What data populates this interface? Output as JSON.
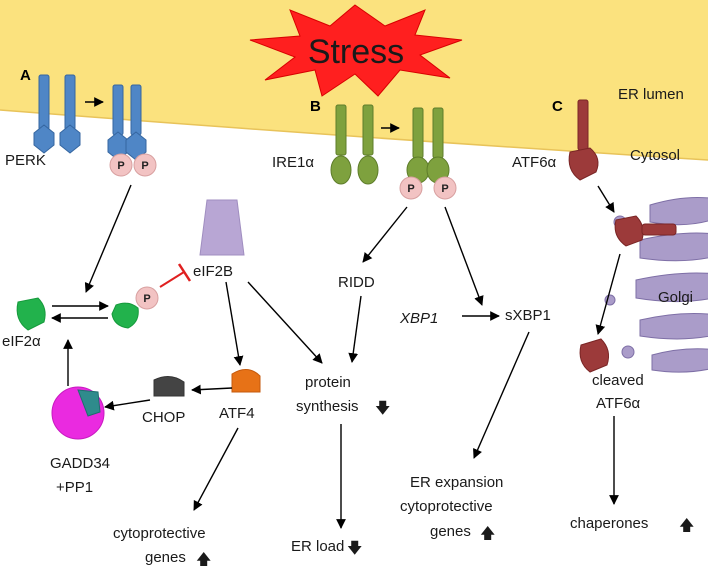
{
  "banner": "Stress",
  "panels": {
    "a": "A",
    "b": "B",
    "c": "C"
  },
  "compartments": {
    "lumen": "ER lumen",
    "cytosol": "Cytosol",
    "golgi": "Golgi"
  },
  "phospho": "P",
  "up_arrow": "🡅",
  "down_arrow": "🡇",
  "perk_branch": {
    "sensor": "PERK",
    "substrate": "eIF2α",
    "gef": "eIF2B",
    "tf": "ATF4",
    "chop": "CHOP",
    "phosphatase": [
      "GADD34",
      "+PP1"
    ],
    "output": [
      "cytoprotective",
      "genes"
    ]
  },
  "ire1_branch": {
    "sensor": "IRE1α",
    "ridd": "RIDD",
    "xbp1": "XBP1",
    "sxbp1": "sXBP1",
    "output": [
      "ER expansion",
      "cytoprotective",
      "genes"
    ]
  },
  "atf6_branch": {
    "sensor": "ATF6α",
    "cleaved": [
      "cleaved",
      "ATF6α"
    ],
    "output": "chaperones"
  },
  "shared": {
    "synthesis": [
      "protein",
      "synthesis"
    ],
    "load": "ER load"
  }
}
